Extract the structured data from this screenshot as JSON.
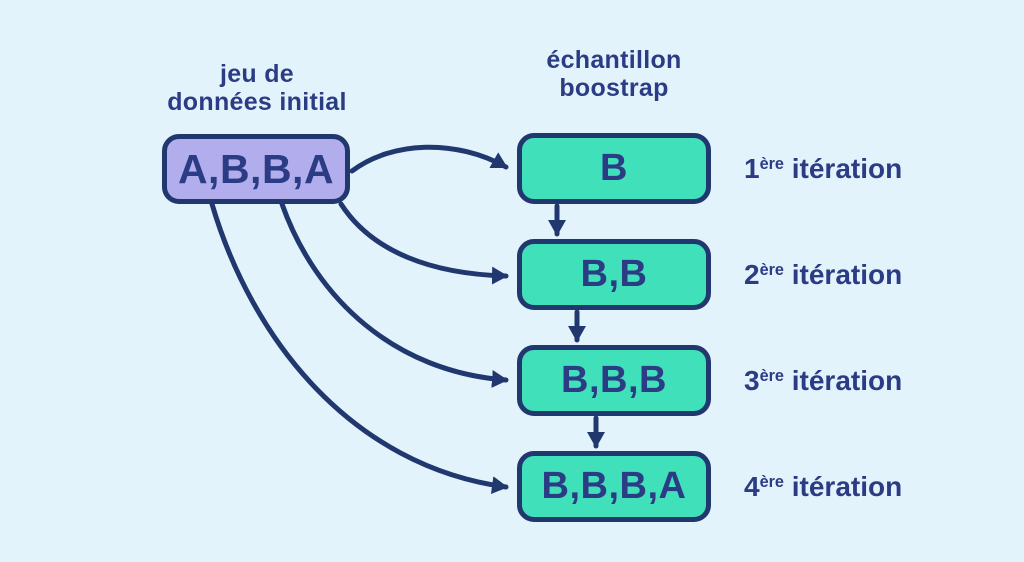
{
  "colors": {
    "background": "#e3f3fc",
    "navy": "#21386f",
    "text_navy": "#2b3c85",
    "purple_fill": "#b2aeee",
    "green_fill": "#40e0ba"
  },
  "left_header": {
    "line1": "jeu de",
    "line2": "données initial"
  },
  "right_header": {
    "line1": "échantillon",
    "line2": "boostrap"
  },
  "initial_dataset": {
    "value": "A,B,B,A"
  },
  "iterations": [
    {
      "number": "1",
      "ordinal_suffix": "ère",
      "label": "itération",
      "value": "B"
    },
    {
      "number": "2",
      "ordinal_suffix": "ère",
      "label": "itération",
      "value": "B,B"
    },
    {
      "number": "3",
      "ordinal_suffix": "ère",
      "label": "itération",
      "value": "B,B,B"
    },
    {
      "number": "4",
      "ordinal_suffix": "ère",
      "label": "itération",
      "value": "B,B,B,A"
    }
  ]
}
